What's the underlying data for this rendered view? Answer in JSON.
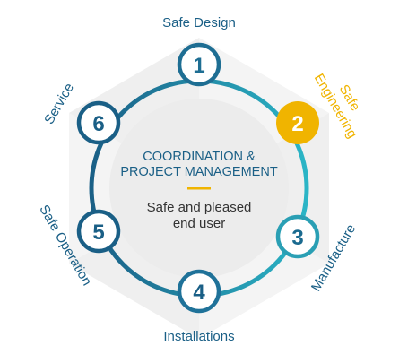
{
  "center": {
    "title_line1": "COORDINATION &",
    "title_line2": "PROJECT MANAGEMENT",
    "sub_line1": "Safe and pleased",
    "sub_line2": "end user"
  },
  "steps": [
    {
      "number": "1",
      "label": "Safe Design"
    },
    {
      "number": "2",
      "label_line1": "Safe",
      "label_line2": "Engineering",
      "highlighted": true
    },
    {
      "number": "3",
      "label": "Manufacture"
    },
    {
      "number": "4",
      "label": "Installations"
    },
    {
      "number": "5",
      "label": "Safe Operation"
    },
    {
      "number": "6",
      "label": "Service"
    }
  ],
  "colors": {
    "dark_blue": "#1a5f86",
    "teal": "#2bb5c6",
    "highlight": "#f0b400",
    "hexagon": "#f3f3f3",
    "center_disc": "#ececec"
  }
}
